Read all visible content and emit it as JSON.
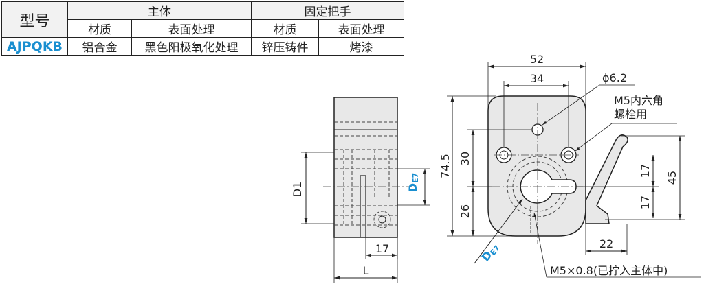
{
  "spec_table": {
    "model_header": "型号",
    "main_body_header": "主体",
    "fixing_handle_header": "固定把手",
    "material_header": "材质",
    "surface_header": "表面处理",
    "material_header_2": "材质",
    "surface_header_2": "表面处理",
    "model": "AJPQKB",
    "body_material": "铝合金",
    "body_surface": "黑色阳极氧化处理",
    "handle_material": "锌压铸件",
    "handle_surface": "烤漆"
  },
  "drawing": {
    "dim_d1": "D1",
    "dim_de7_left": "D",
    "dim_de7_left_sub": "E7",
    "dim_17_bottom": "17",
    "dim_l": "L",
    "dim_52": "52",
    "dim_34": "34",
    "dim_phi": "ϕ6.2",
    "note_m5_hex_1": "M5内六角",
    "note_m5_hex_2": "螺栓用",
    "dim_745": "74.5",
    "dim_30": "30",
    "dim_26": "26",
    "dim_17_a": "17",
    "dim_17_b": "17",
    "dim_45": "45",
    "dim_22": "22",
    "dim_de7_right": "D",
    "dim_de7_right_sub": "E7",
    "note_m5_thread": "M5×0.8(已拧入主体中)"
  }
}
